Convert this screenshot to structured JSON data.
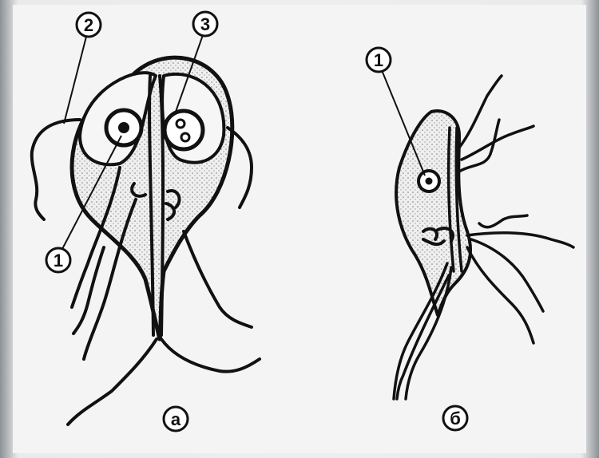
{
  "figure": {
    "colors": {
      "ink": "#111111",
      "paper": "#f4f4f4",
      "stipple": "#8a8a8a"
    },
    "left_organism": {
      "view_label": "а",
      "callouts": [
        {
          "id": "flagellum",
          "text": "2"
        },
        {
          "id": "nucleus-right",
          "text": "3"
        },
        {
          "id": "nucleus-left",
          "text": "1"
        }
      ]
    },
    "right_organism": {
      "view_label": "б",
      "callouts": [
        {
          "id": "nucleus",
          "text": "1"
        }
      ]
    }
  }
}
